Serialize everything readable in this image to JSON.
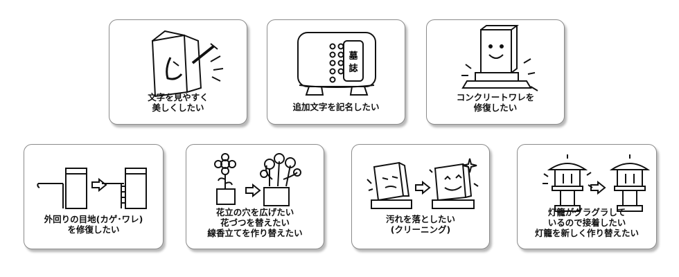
{
  "services": [
    {
      "id": "c1",
      "lines": [
        "文字を見やすく",
        "美しくしたい"
      ],
      "icon": "tombstone-engraving-icon"
    },
    {
      "id": "c2",
      "lines": [
        "追加文字を記名したい"
      ],
      "icon": "tombstone-inscription-icon"
    },
    {
      "id": "c3",
      "lines": [
        "コンクリートワレを",
        "修復したい"
      ],
      "icon": "smiling-tombstone-icon"
    },
    {
      "id": "c4",
      "lines": [
        "外回りの目地(カゲ･ワレ)",
        "を修復したい"
      ],
      "icon": "joint-repair-icon"
    },
    {
      "id": "c5",
      "lines": [
        "花立の穴を広げたい",
        "花づつを替えたい",
        "線香立てを作り替えたい"
      ],
      "icon": "flower-vase-icon"
    },
    {
      "id": "c6",
      "lines": [
        "汚れを落としたい",
        "(クリーニング)"
      ],
      "icon": "cleaning-tombstone-icon"
    },
    {
      "id": "c7",
      "lines": [
        "灯籠がグラグラして",
        "いるので接着したい",
        "灯籠を新しく作り替えたい"
      ],
      "icon": "stone-lantern-icon"
    }
  ],
  "kanji": {
    "tomb": "墓",
    "record": "誌"
  }
}
